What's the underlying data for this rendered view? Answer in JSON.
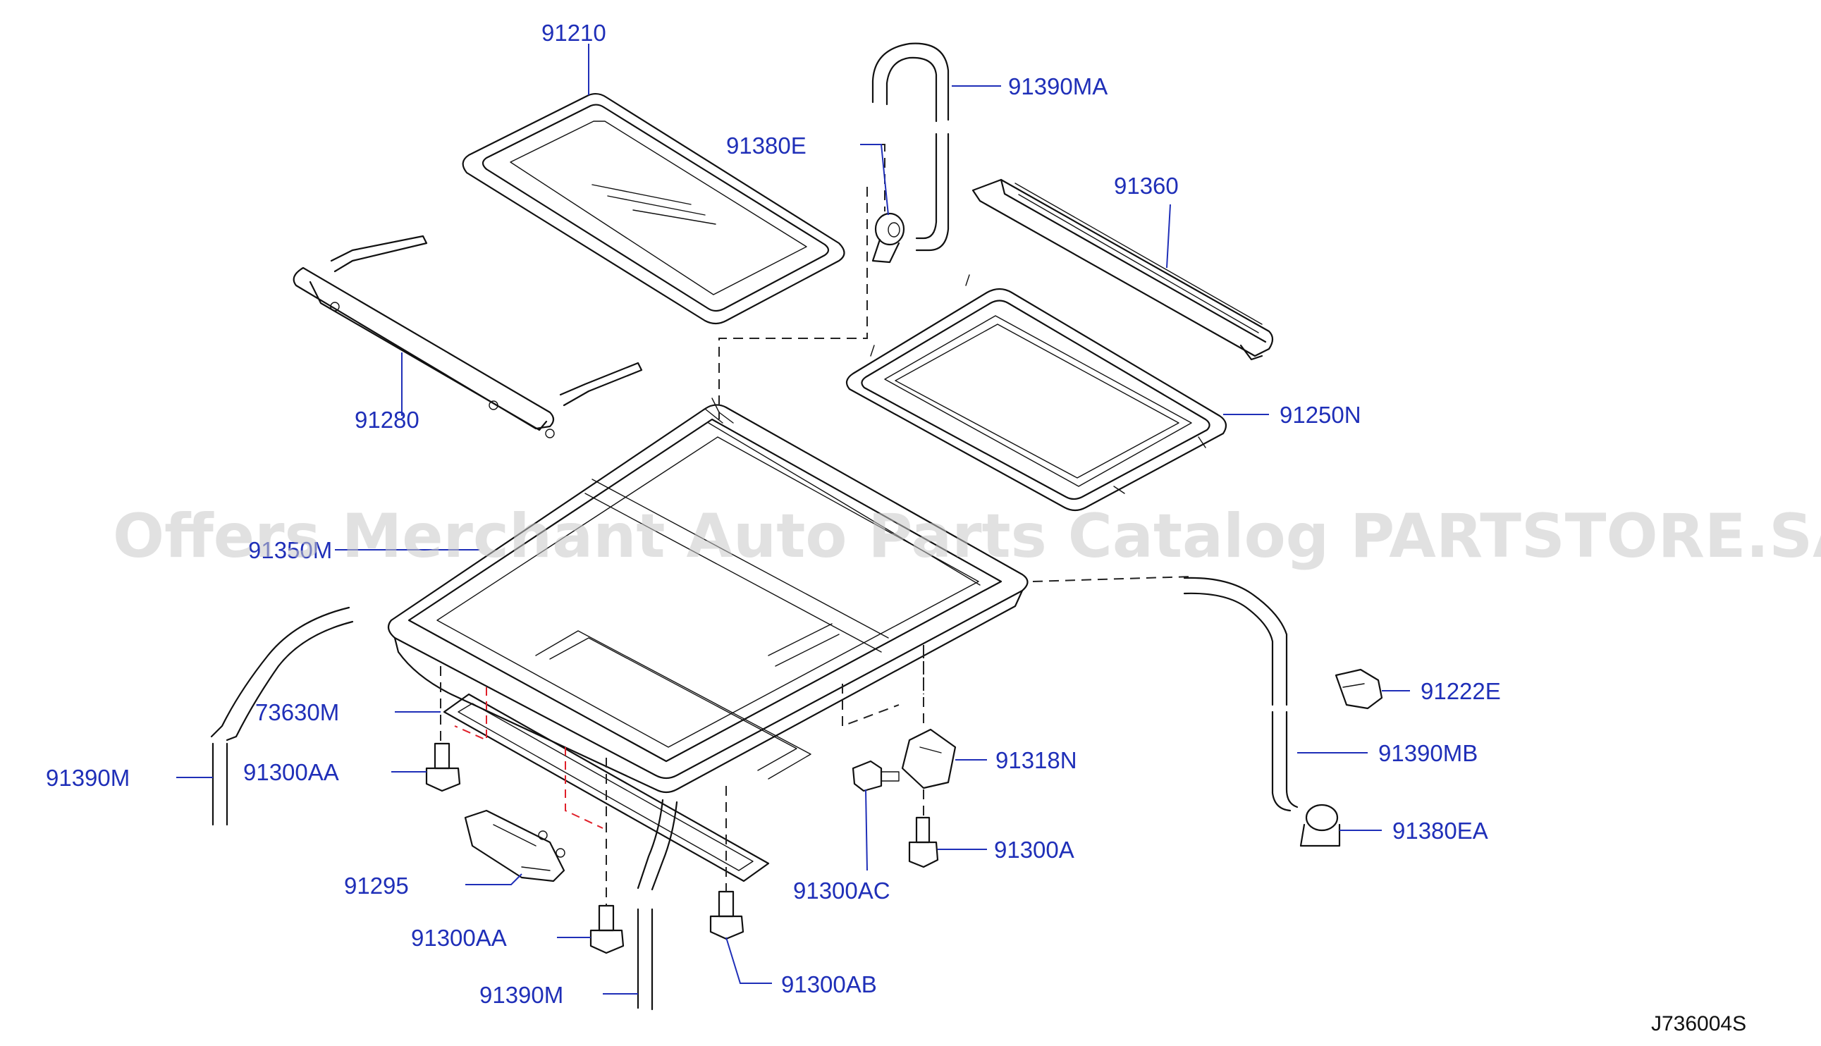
{
  "diagram": {
    "callouts": {
      "glass_lid": "91210",
      "drain_hose_front_right": "91390MA",
      "drain_clip_e": "91380E",
      "wind_deflector": "91360",
      "sunshade": "91280",
      "frame_assembly": "91250N",
      "frame_rail": "91350M",
      "bracket_73630m": "73630M",
      "clip_91222e": "91222E",
      "drain_hose_rear_right": "91390MB",
      "drain_hose_left_upper": "91390M",
      "bolt_aa_upper": "91300AA",
      "bracket_91318n": "91318N",
      "bolt_a": "91300A",
      "drain_clip_ea": "91380EA",
      "motor": "91295",
      "bolt_ac": "91300AC",
      "bolt_aa_lower": "91300AA",
      "bolt_ab": "91300AB",
      "drain_hose_left_lower": "91390M"
    },
    "drawing_code": "J736004S",
    "watermark": "Offers Merchant Auto Parts Catalog PARTSTORE.SA"
  }
}
